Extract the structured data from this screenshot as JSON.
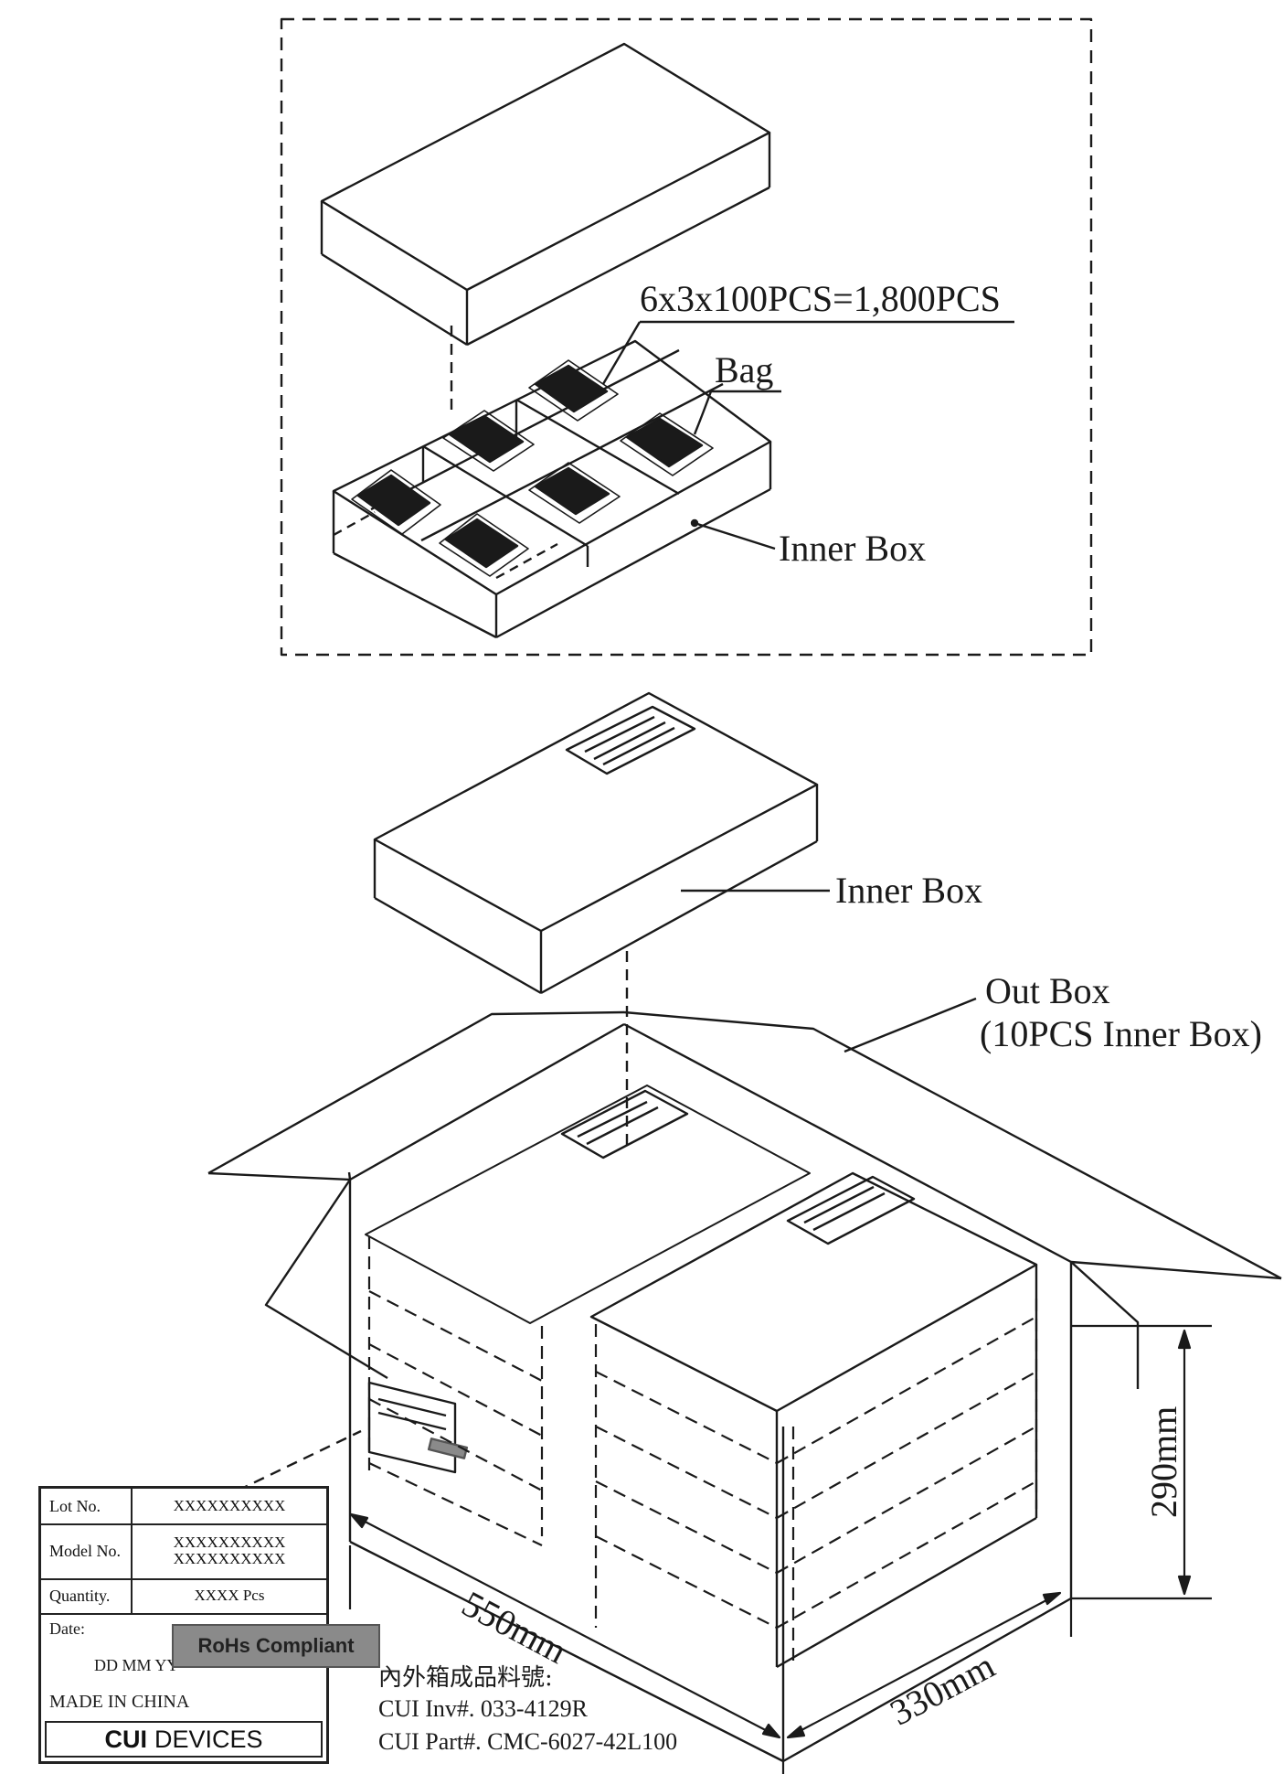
{
  "callouts": {
    "quantity_formula": "6x3x100PCS=1,800PCS",
    "bag": "Bag",
    "inner_box_tray": "Inner Box",
    "inner_box_lid": "Inner Box",
    "out_box_line1": "Out Box",
    "out_box_line2": "(10PCS Inner Box)"
  },
  "dimensions": {
    "length": "550mm",
    "width": "330mm",
    "height": "290mm"
  },
  "label_card": {
    "lot_label": "Lot No.",
    "lot_value": "XXXXXXXXXX",
    "model_label": "Model No.",
    "model_value_1": "XXXXXXXXXX",
    "model_value_2": "XXXXXXXXXX",
    "quantity_label": "Quantity.",
    "quantity_value": "XXXX  Pcs",
    "date_label": "Date:",
    "date_value": "DD  MM  YY",
    "rohs": "RoHs Compliant",
    "origin": "MADE IN CHINA",
    "brand_bold": "CUI",
    "brand_rest": "DEVICES"
  },
  "notes": {
    "line1": "內外箱成品料號:",
    "line2": "CUI Inv#. 033-4129R",
    "line3": "CUI Part#. CMC-6027-42L100"
  },
  "colors": {
    "ink": "#1a1a1a",
    "rohs_fill": "#8a8a8a"
  }
}
